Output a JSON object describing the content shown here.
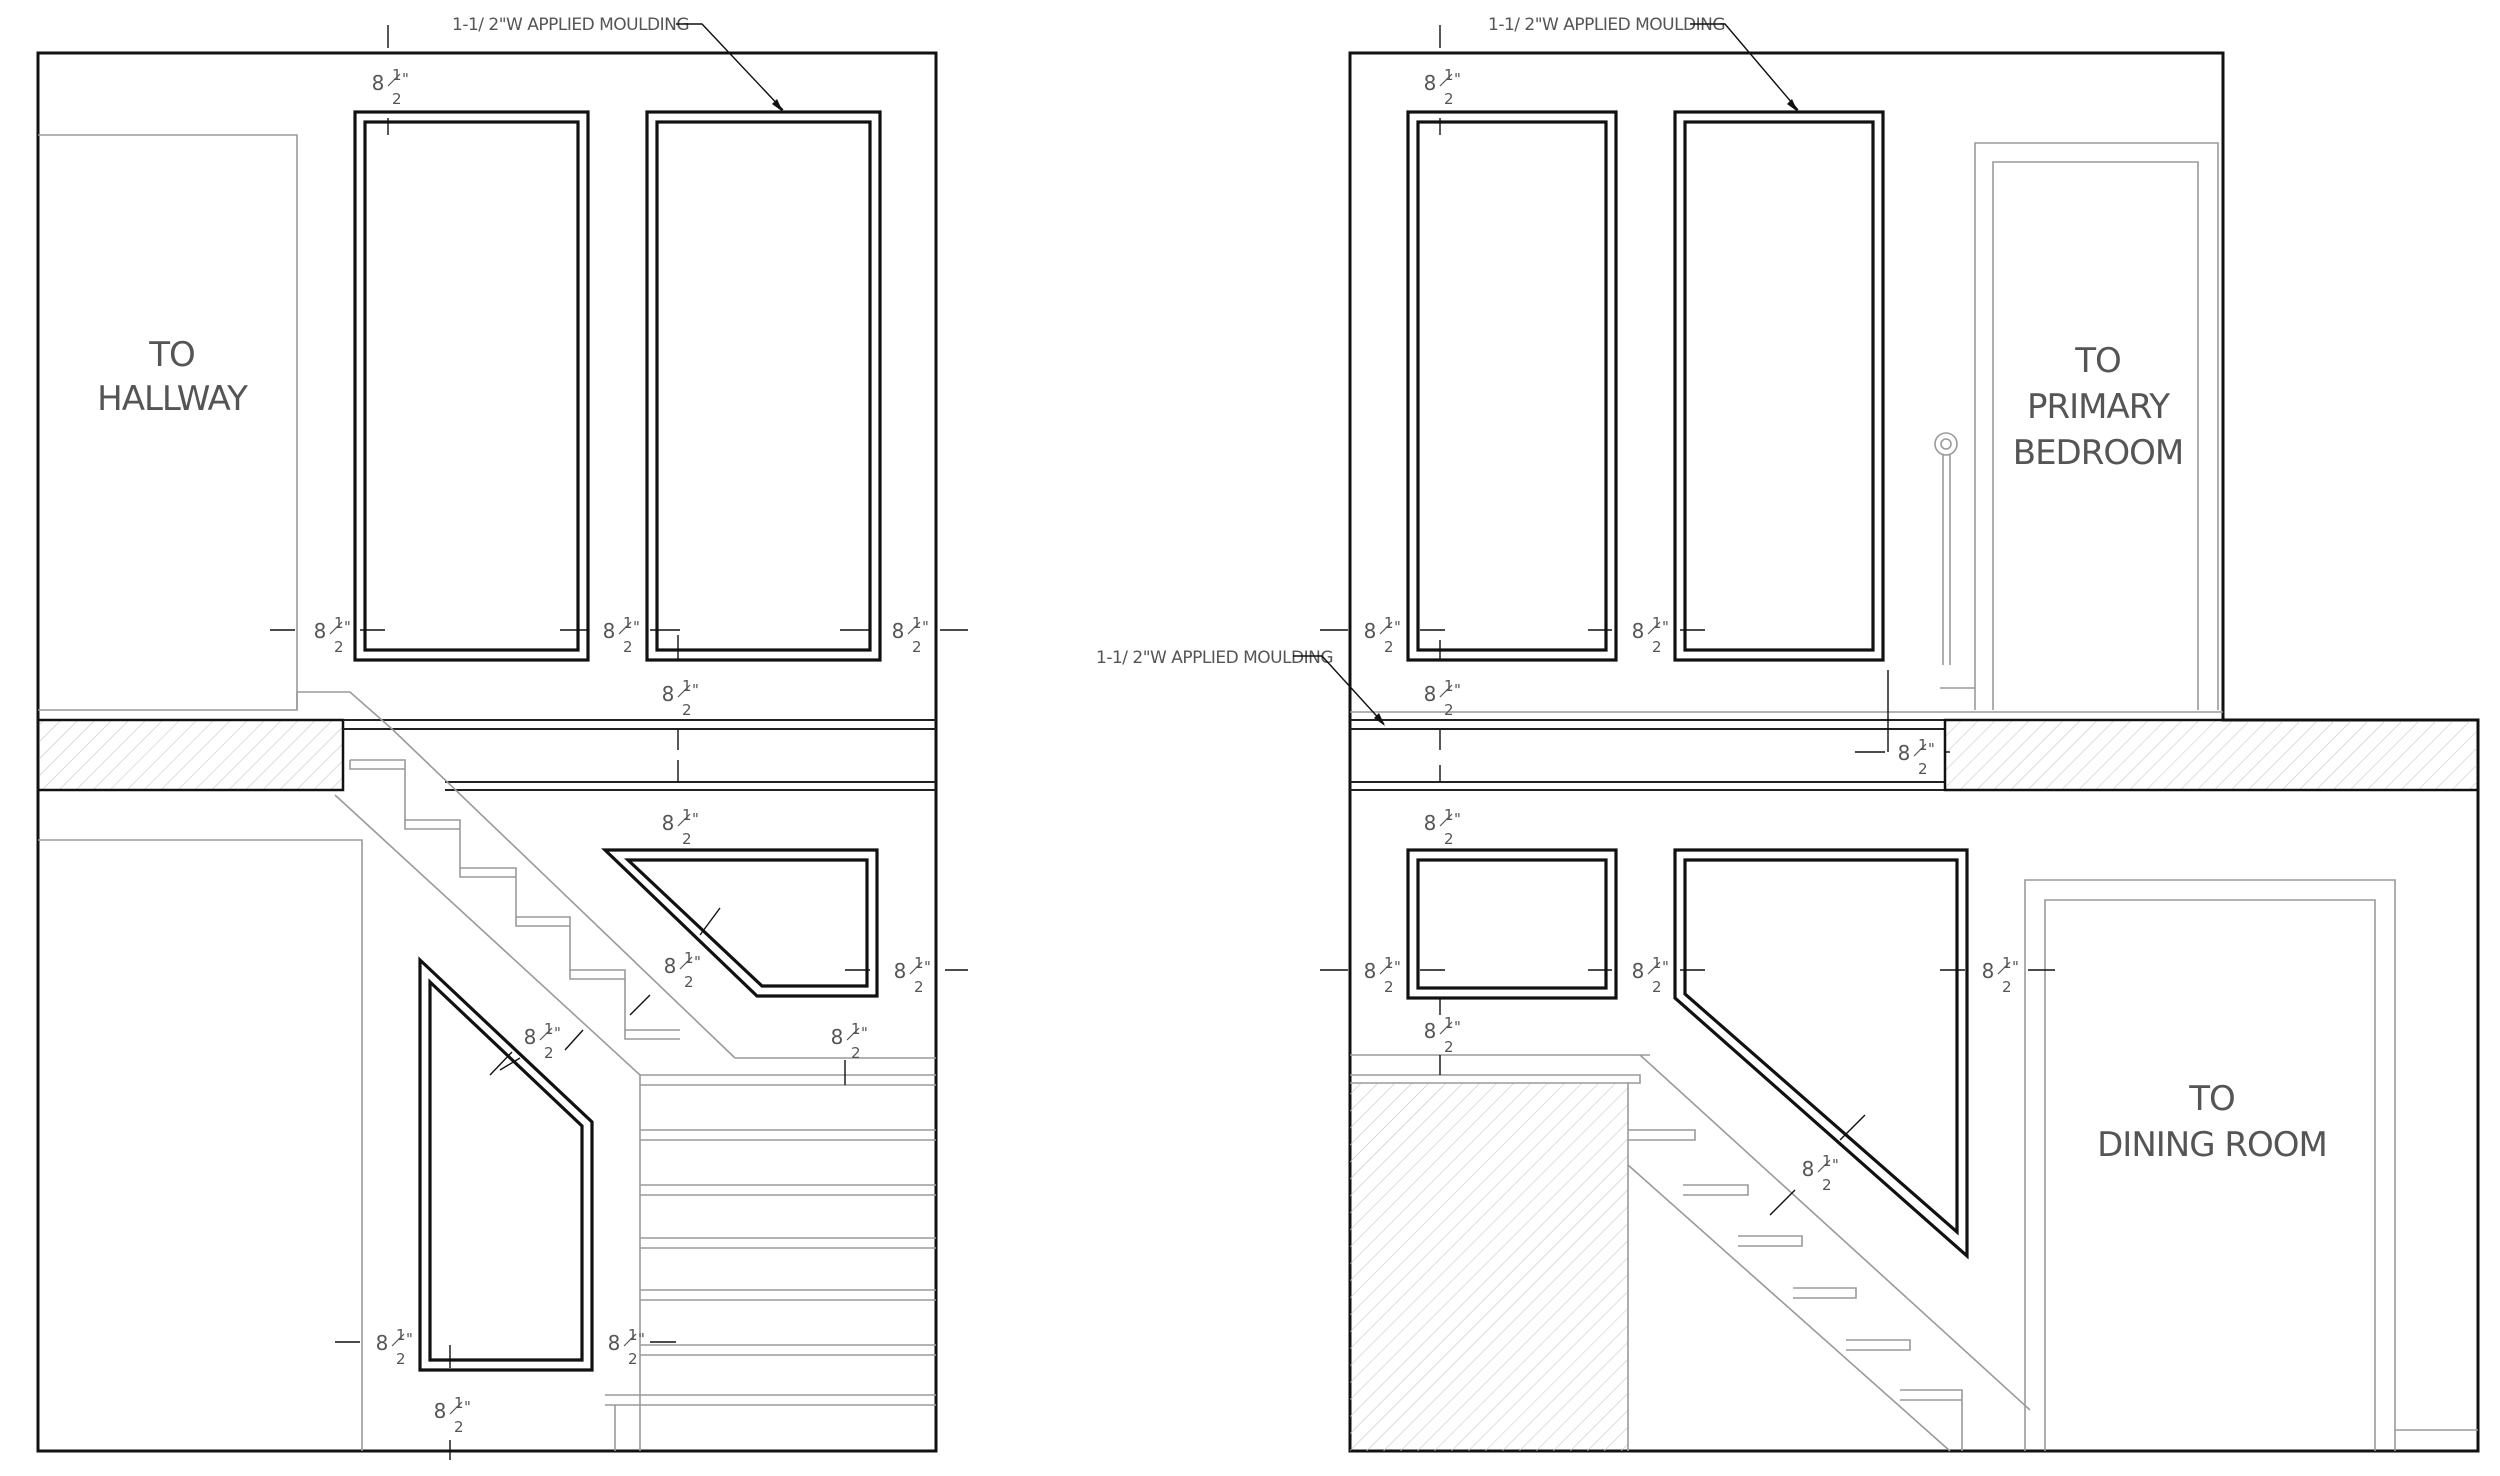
{
  "left_elevation": {
    "callout_moulding": "1-1/ 2\"W APPLIED MOULDING",
    "room_label_line1": "TO",
    "room_label_line2": "HALLWAY"
  },
  "right_elevation": {
    "callout_moulding_top": "1-1/ 2\"W APPLIED MOULDING",
    "callout_moulding_side": "1-1/ 2\"W APPLIED MOULDING",
    "bedroom_label_line1": "TO",
    "bedroom_label_line2": "PRIMARY",
    "bedroom_label_line3": "BEDROOM",
    "dining_label_line1": "TO",
    "dining_label_line2": "DINING ROOM"
  },
  "dimension": {
    "value_whole": "8",
    "value_num": "1",
    "value_den": "2",
    "inch_mark": "\""
  },
  "colors": {
    "heavy_line": "#111111",
    "light_line": "#9a9a9a",
    "text": "#555555"
  }
}
